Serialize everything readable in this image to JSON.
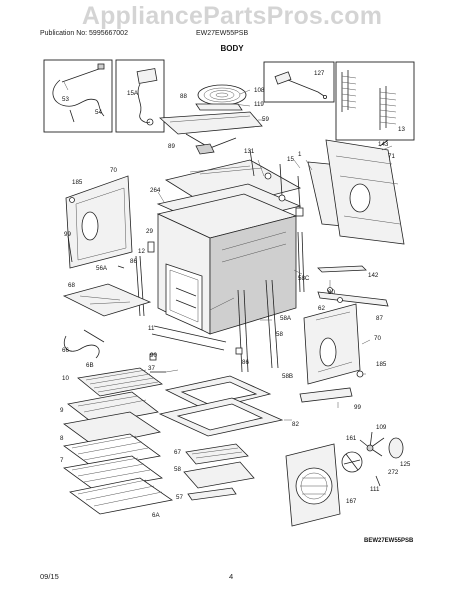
{
  "watermark": "AppliancePartsPros.com",
  "header": {
    "publication": "Publication No: 5995667002",
    "model": "EW27EW55PSB",
    "title": "BODY"
  },
  "footer": {
    "date": "09/15",
    "page": "4",
    "diagram_code": "BEW27EW55PSB"
  },
  "labels": [
    {
      "id": "53",
      "text": "53"
    },
    {
      "id": "54",
      "text": "54"
    },
    {
      "id": "15A",
      "text": "15A"
    },
    {
      "id": "88",
      "text": "88"
    },
    {
      "id": "108",
      "text": "108"
    },
    {
      "id": "119",
      "text": "119"
    },
    {
      "id": "59",
      "text": "59"
    },
    {
      "id": "127",
      "text": "127"
    },
    {
      "id": "13",
      "text": "13"
    },
    {
      "id": "89",
      "text": "89"
    },
    {
      "id": "131",
      "text": "131"
    },
    {
      "id": "15",
      "text": "15"
    },
    {
      "id": "1",
      "text": "1"
    },
    {
      "id": "143",
      "text": "143"
    },
    {
      "id": "71",
      "text": "71"
    },
    {
      "id": "70a",
      "text": "70"
    },
    {
      "id": "185a",
      "text": "185"
    },
    {
      "id": "264",
      "text": "264"
    },
    {
      "id": "99a",
      "text": "99"
    },
    {
      "id": "29",
      "text": "29"
    },
    {
      "id": "12",
      "text": "12"
    },
    {
      "id": "56A",
      "text": "56A"
    },
    {
      "id": "86a",
      "text": "86"
    },
    {
      "id": "142",
      "text": "142"
    },
    {
      "id": "68",
      "text": "68"
    },
    {
      "id": "58C",
      "text": "58C"
    },
    {
      "id": "80",
      "text": "80"
    },
    {
      "id": "62",
      "text": "62"
    },
    {
      "id": "87",
      "text": "87"
    },
    {
      "id": "11",
      "text": "11"
    },
    {
      "id": "58A",
      "text": "58A"
    },
    {
      "id": "58",
      "text": "58"
    },
    {
      "id": "70b",
      "text": "70"
    },
    {
      "id": "66",
      "text": "66"
    },
    {
      "id": "90",
      "text": "90"
    },
    {
      "id": "86b",
      "text": "86"
    },
    {
      "id": "6B",
      "text": "6B"
    },
    {
      "id": "37",
      "text": "37"
    },
    {
      "id": "185b",
      "text": "185"
    },
    {
      "id": "58B",
      "text": "58B"
    },
    {
      "id": "10",
      "text": "10"
    },
    {
      "id": "9",
      "text": "9"
    },
    {
      "id": "99b",
      "text": "99"
    },
    {
      "id": "82",
      "text": "82"
    },
    {
      "id": "161",
      "text": "161"
    },
    {
      "id": "109",
      "text": "109"
    },
    {
      "id": "8",
      "text": "8"
    },
    {
      "id": "67",
      "text": "67"
    },
    {
      "id": "125",
      "text": "125"
    },
    {
      "id": "272",
      "text": "272"
    },
    {
      "id": "7",
      "text": "7"
    },
    {
      "id": "58b",
      "text": "58"
    },
    {
      "id": "111",
      "text": "111"
    },
    {
      "id": "57",
      "text": "57"
    },
    {
      "id": "167",
      "text": "167"
    },
    {
      "id": "6A",
      "text": "6A"
    }
  ]
}
